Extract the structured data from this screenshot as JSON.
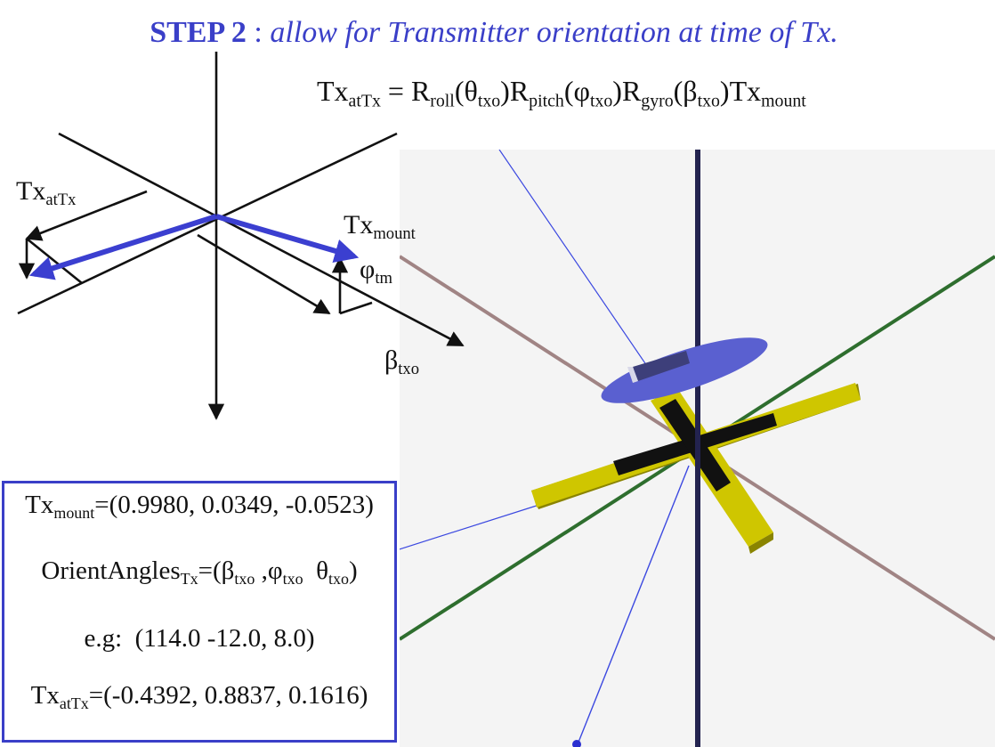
{
  "title": {
    "step": "STEP 2",
    "separator": ":",
    "text": "allow for Transmitter orientation at time of Tx."
  },
  "equation": {
    "lhs_base": "Tx",
    "lhs_sub": "atTx",
    "eq": "=",
    "r1": "R",
    "r1_sub": "roll",
    "r1_arg": "θ",
    "r1_arg_sub": "txo",
    "r2": "R",
    "r2_sub": "pitch",
    "r2_arg": "φ",
    "r2_arg_sub": "txo",
    "r3": "R",
    "r3_sub": "gyro",
    "r3_arg": "β",
    "r3_arg_sub": "txo",
    "tail_base": "Tx",
    "tail_sub": "mount"
  },
  "axis_labels": {
    "tx_attx_base": "Tx",
    "tx_attx_sub": "atTx",
    "tx_mount_base": "Tx",
    "tx_mount_sub": "mount",
    "phi_base": "φ",
    "phi_sub": "tm",
    "beta_base": "β",
    "beta_sub": "txo"
  },
  "info": {
    "mount": {
      "base": "Tx",
      "sub": "mount",
      "value": "=(0.9980, 0.0349, -0.0523)"
    },
    "orient": {
      "base": "OrientAngles",
      "sub": "Tx",
      "eq_open": "=(",
      "b": "β",
      "b_sub": "txo",
      "comma1": " ,",
      "p": "φ",
      "p_sub": "txo",
      "space": "  ",
      "t": "θ",
      "t_sub": "txo",
      "close": ")"
    },
    "example": "e.g:  (114.0 -12.0, 8.0)",
    "attx": {
      "base": "Tx",
      "sub": "atTx",
      "value": "=(-0.4392, 0.8837, 0.1616)"
    }
  },
  "colors": {
    "accent_blue": "#3a3fc8",
    "vector_blue": "#3b3fd0",
    "aircraft_blue": "#5a60d0",
    "loop_yellow": "#c8c000",
    "axis_green": "#2e6e2e",
    "axis_brown": "#a08484",
    "axis_navy": "#23234f",
    "viewport_bg": "#f4f4f4"
  }
}
